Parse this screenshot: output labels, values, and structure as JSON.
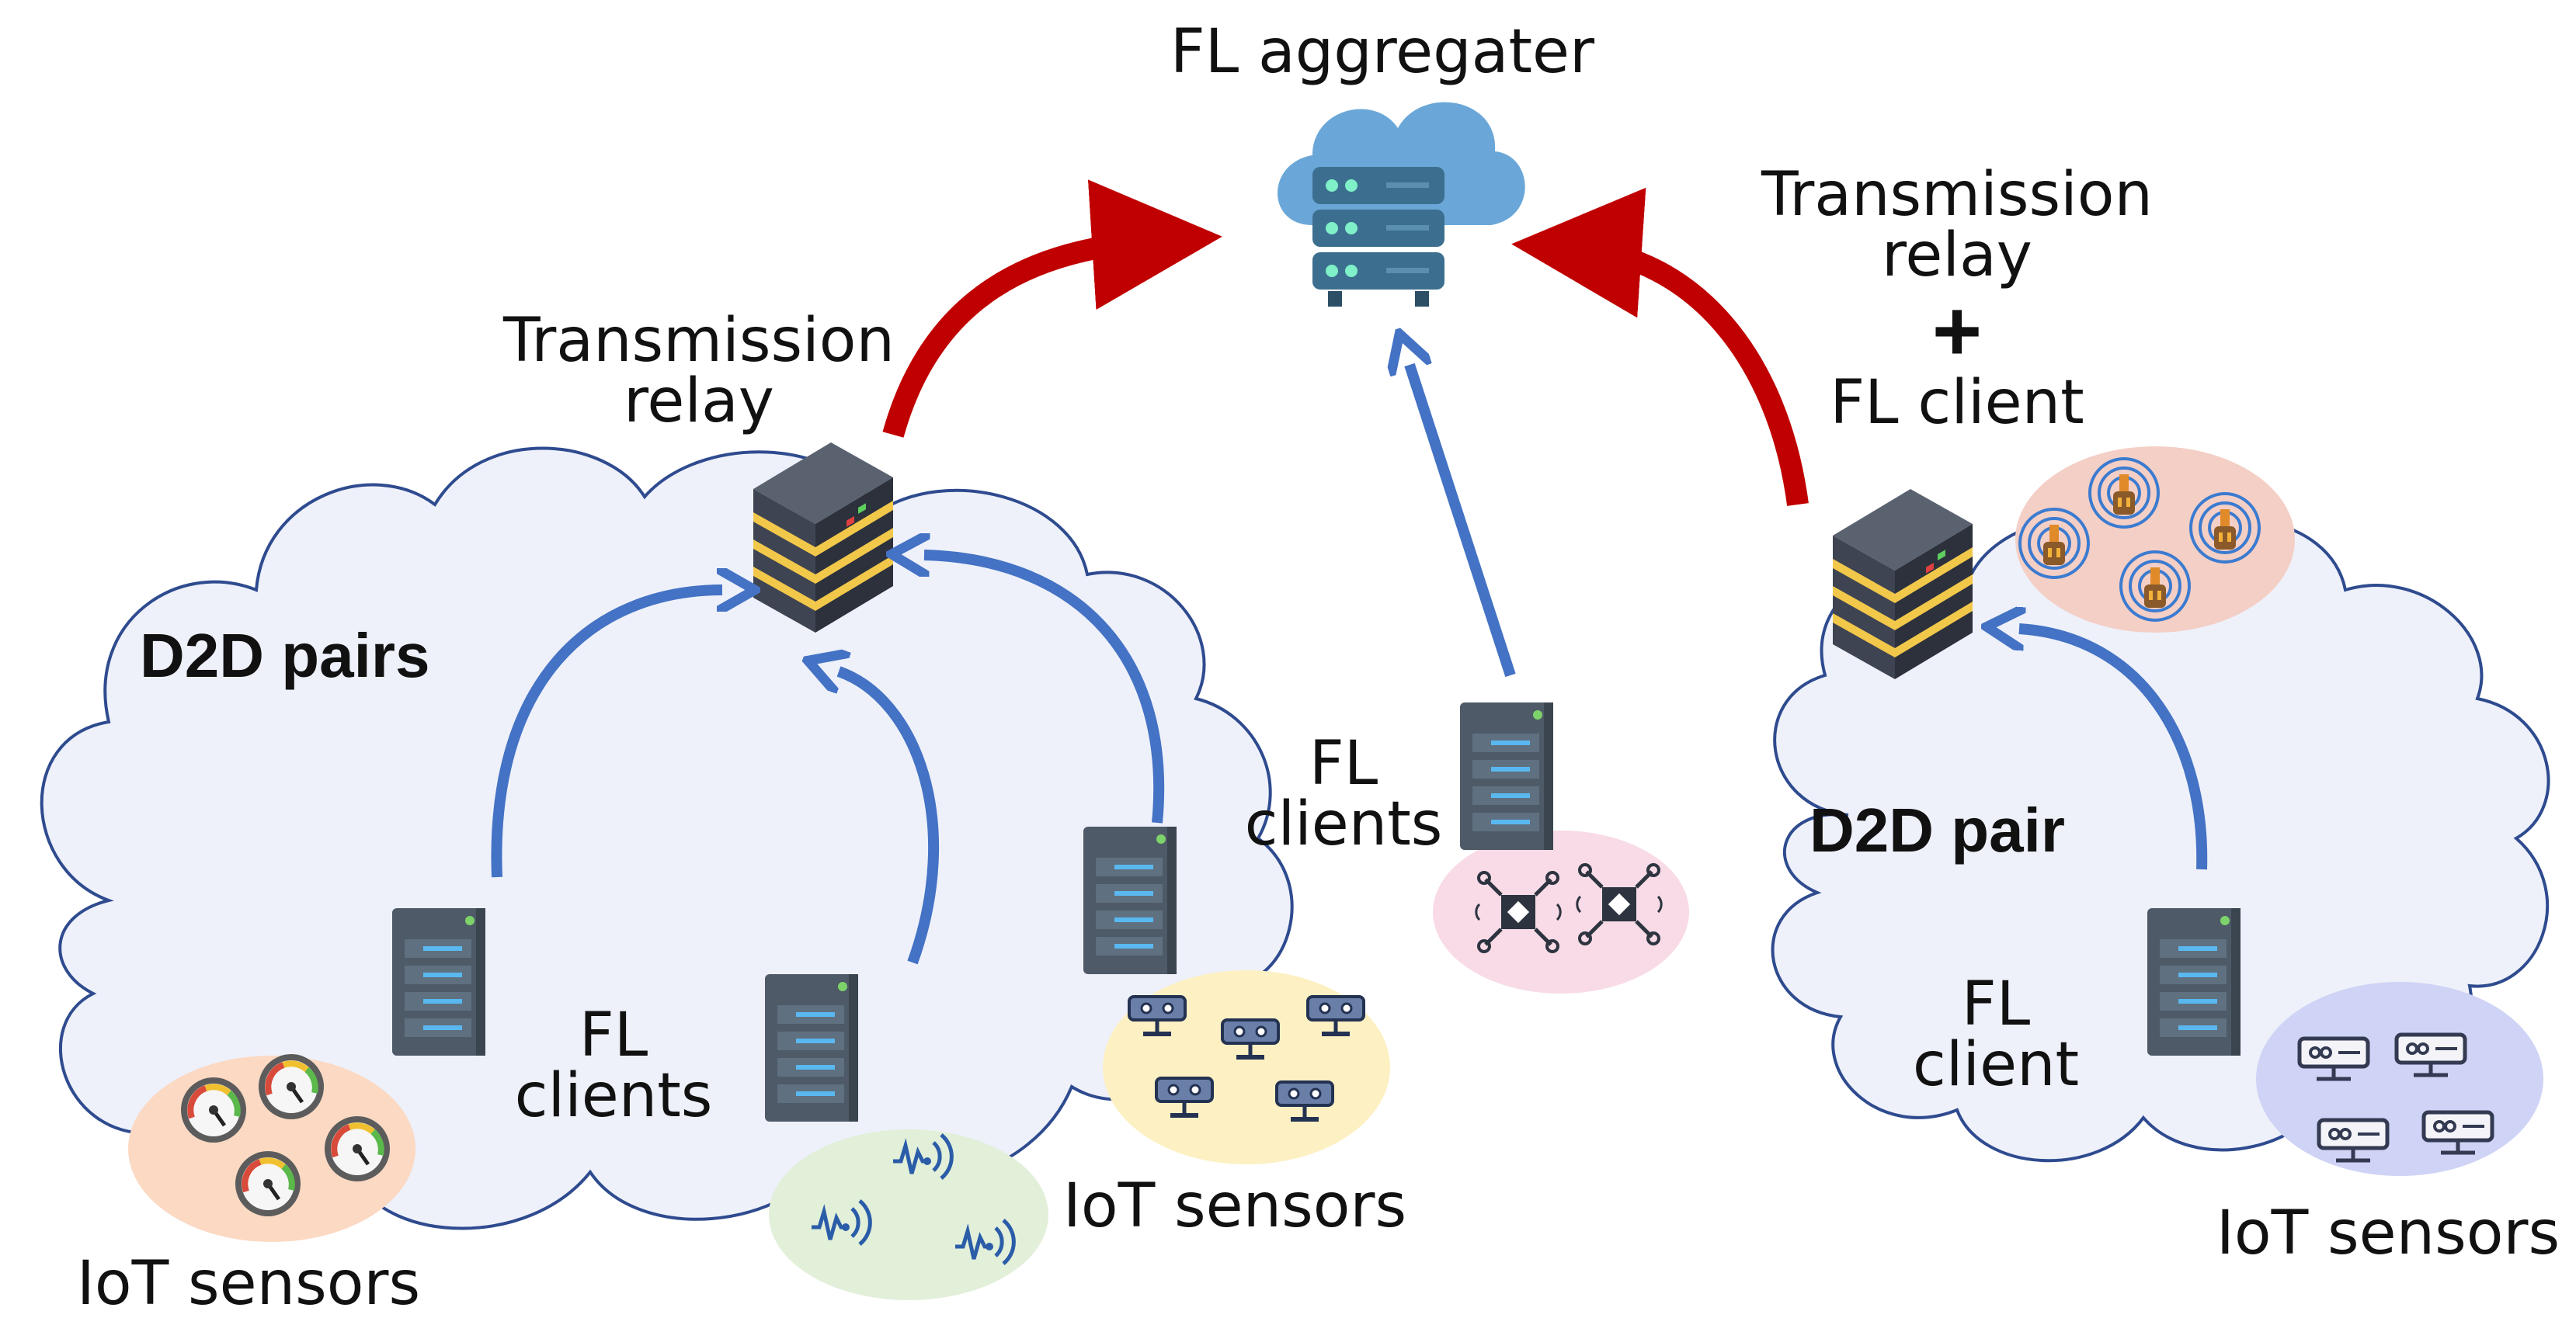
{
  "labels": {
    "fl_aggregator": "FL aggregater",
    "relay_left_1": "Transmission",
    "relay_left_2": "relay",
    "relay_right_1": "Transmission",
    "relay_right_2": "relay",
    "plus": "+",
    "relay_right_3": "FL client",
    "d2d_pairs": "D2D pairs",
    "d2d_pair": "D2D pair",
    "fl_clients_left_1": "FL",
    "fl_clients_left_2": "clients",
    "fl_clients_mid_1": "FL",
    "fl_clients_mid_2": "clients",
    "fl_client_right_1": "FL",
    "fl_client_right_2": "client",
    "iot_left": "IoT sensors",
    "iot_mid": "IoT sensors",
    "iot_right": "IoT sensors"
  },
  "colors": {
    "red_arrow": "#c00000",
    "blue_arrow": "#4472c4",
    "cloud_fill": "#eef1fa",
    "cloud_stroke": "#2f4b8f",
    "gauge_blob": "#fbd9c3",
    "wave_blob": "#e2efd9",
    "camera_blob": "#fdf0c2",
    "drone_blob": "#f8dbe6",
    "tower_blob": "#f4cfc6",
    "router_blob": "#cfd3f5",
    "cloud_server": "#6aa7d8"
  },
  "icons": {
    "aggregator": "cloud-server-icon",
    "relay": "rack-server-icon",
    "client": "tower-server-icon",
    "sensors": [
      "gauge-icon",
      "signal-wave-icon",
      "camera-icon",
      "drone-icon",
      "radio-tower-icon",
      "router-icon"
    ]
  }
}
